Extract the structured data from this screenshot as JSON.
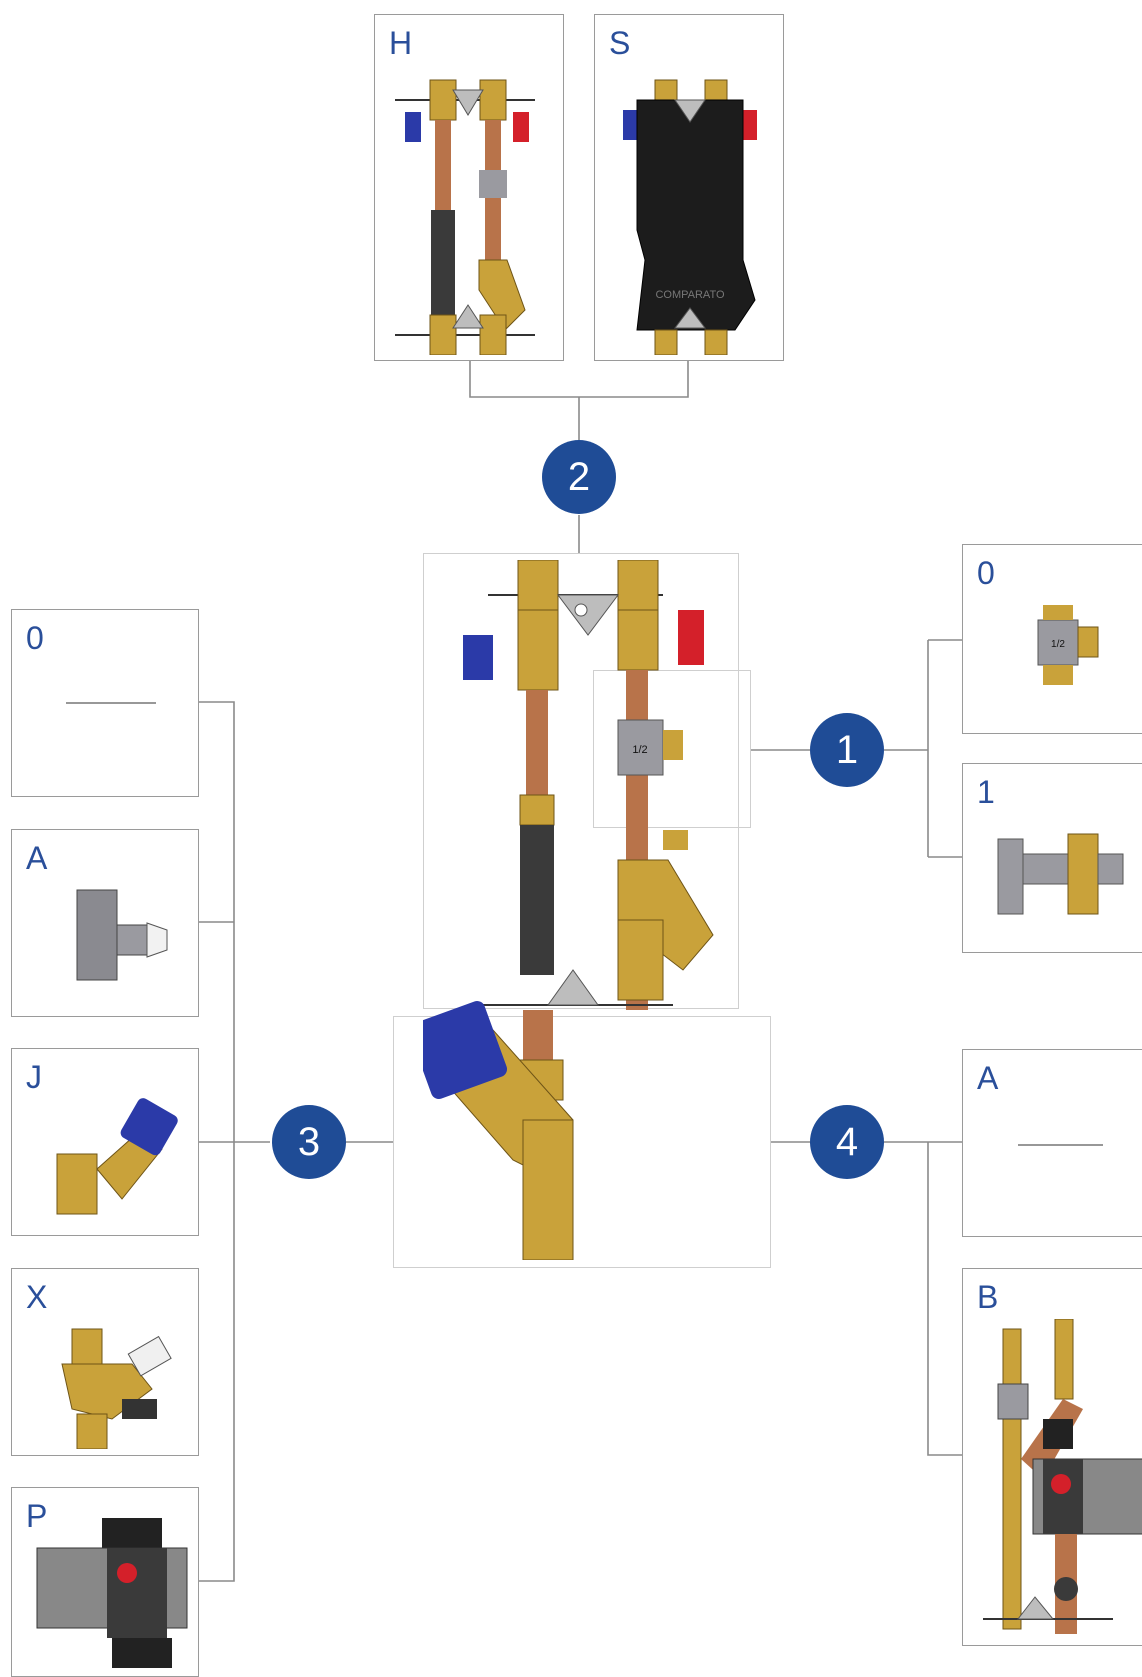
{
  "top_variants": {
    "left_label": "H",
    "right_label": "S",
    "brand_text": "COMPARATO"
  },
  "badges": {
    "one": "1",
    "two": "2",
    "three": "3",
    "four": "4"
  },
  "center_fitting_label": "1/2",
  "right_variants_1": [
    {
      "label": "0",
      "valve_text": "1/2"
    },
    {
      "label": "1"
    }
  ],
  "left_variants_3": [
    {
      "label": "0"
    },
    {
      "label": "A"
    },
    {
      "label": "J"
    },
    {
      "label": "X"
    },
    {
      "label": "P"
    }
  ],
  "right_variants_4": [
    {
      "label": "A"
    },
    {
      "label": "B"
    }
  ],
  "colors": {
    "badge_blue": "#1f4c96",
    "label_blue": "#2a4f9a",
    "brass": "#c9a23a",
    "copper": "#b8734a",
    "handle_blue": "#2b3aa8",
    "handle_red": "#d4202a"
  }
}
